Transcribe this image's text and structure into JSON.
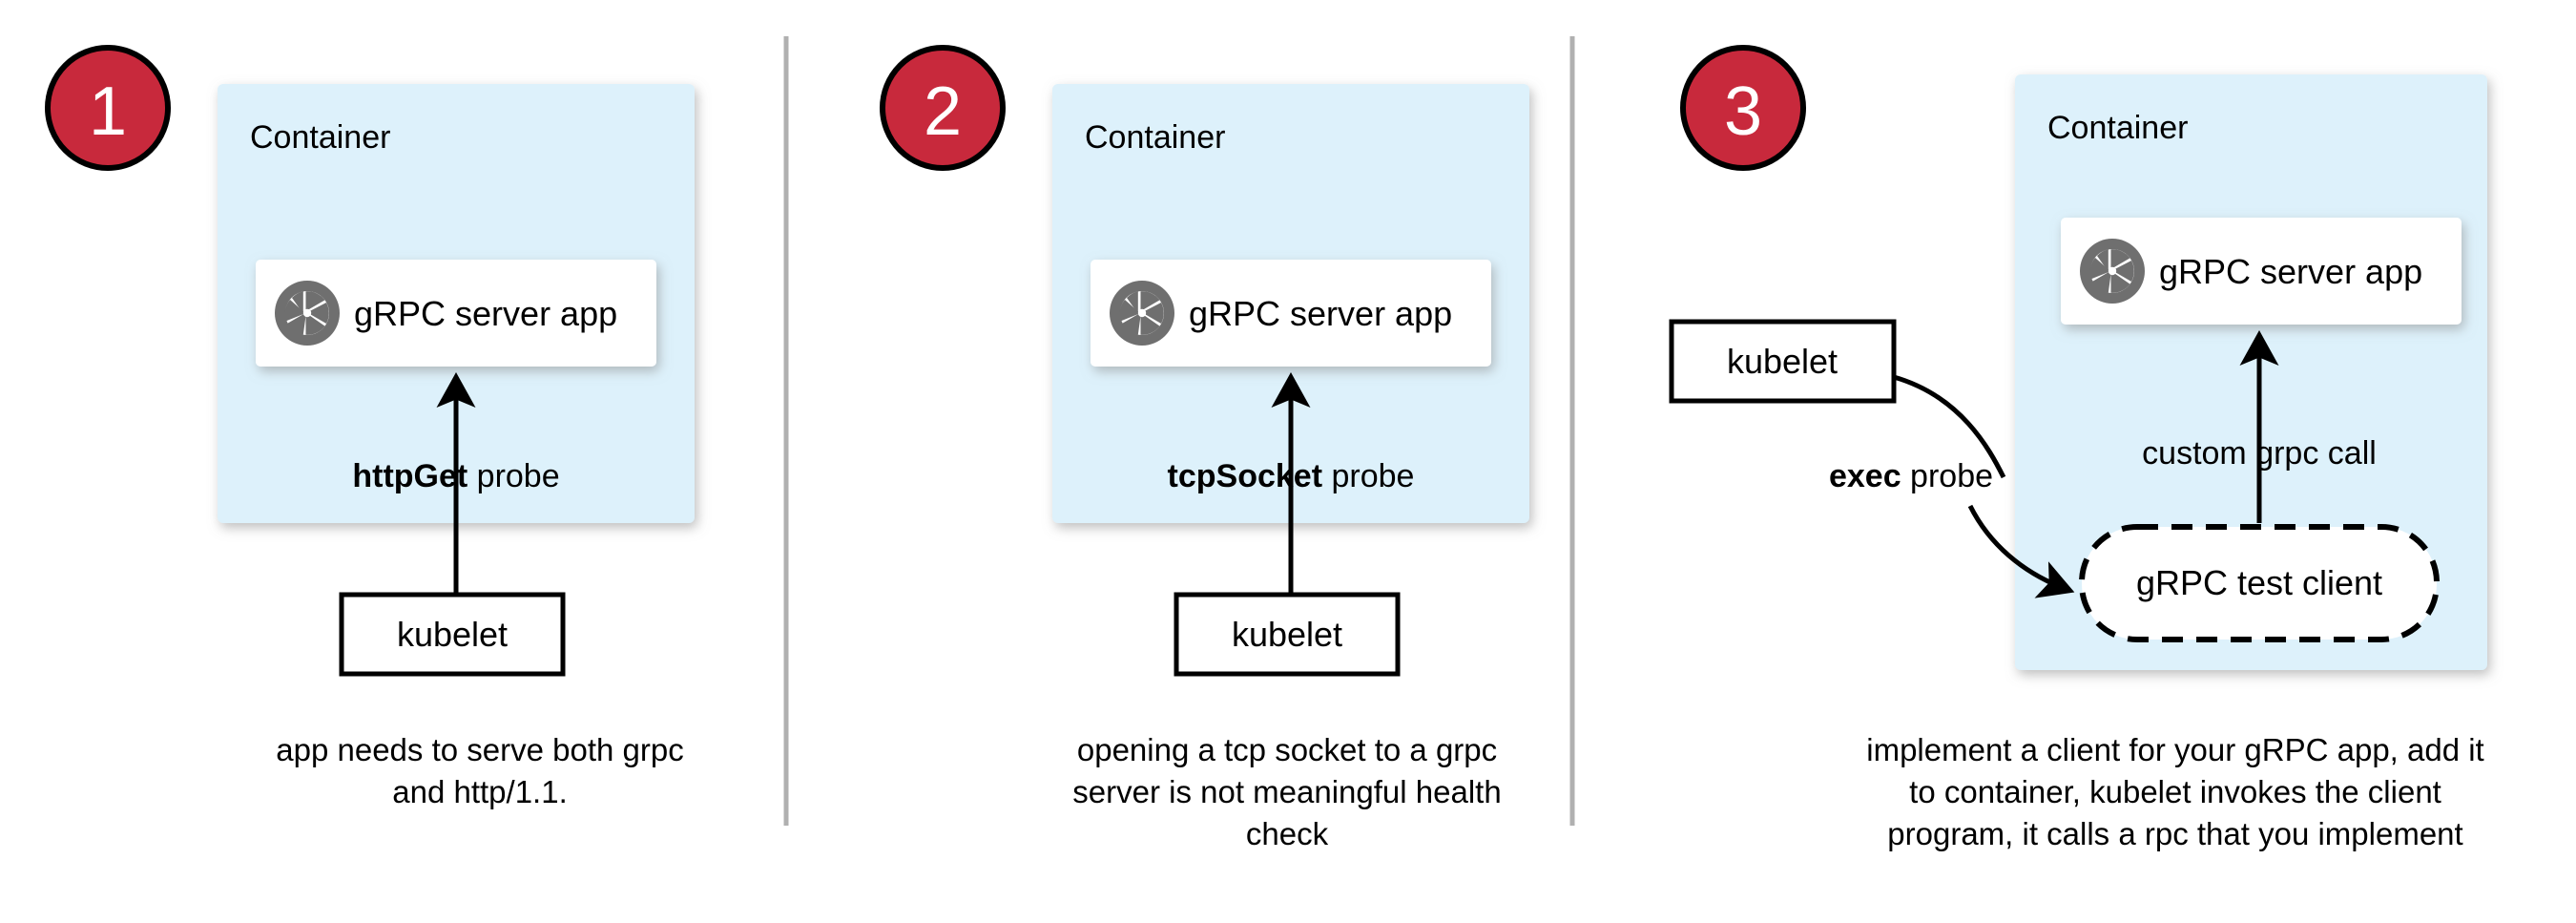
{
  "figure": {
    "title": "gRPC health probe approaches in Kubernetes",
    "background": "#ffffff",
    "divider_color": "#b0b0b0",
    "badge_color": "#c8293c",
    "container_fill": "#ddf1fb",
    "app_fill": "#ffffff",
    "line_color": "#000000",
    "logo_color": "#6f6f6f"
  },
  "panels": [
    {
      "badge": "1",
      "container_label": "Container",
      "app_label": "gRPC server app",
      "app_icon": "grpc-logo-icon",
      "probe_label_bold": "httpGet",
      "probe_label_rest": " probe",
      "kubelet_label": "kubelet",
      "caption_lines": [
        "app needs to serve both grpc",
        "and http/1.1."
      ]
    },
    {
      "badge": "2",
      "container_label": "Container",
      "app_label": "gRPC server app",
      "app_icon": "grpc-logo-icon",
      "probe_label_bold": "tcpSocket",
      "probe_label_rest": " probe",
      "kubelet_label": "kubelet",
      "caption_lines": [
        "opening a tcp socket to a grpc",
        "server is not meaningful health",
        "check"
      ]
    },
    {
      "badge": "3",
      "container_label": "Container",
      "app_label": "gRPC server app",
      "app_icon": "grpc-logo-icon",
      "probe_label_bold": "exec",
      "probe_label_rest": " probe",
      "kubelet_label": "kubelet",
      "client_label": "gRPC test client",
      "inner_call_label": "custom grpc call",
      "caption_lines": [
        "implement a client for your gRPC app, add it",
        "to container, kubelet invokes the client",
        "program, it calls a rpc that you implement"
      ]
    }
  ]
}
